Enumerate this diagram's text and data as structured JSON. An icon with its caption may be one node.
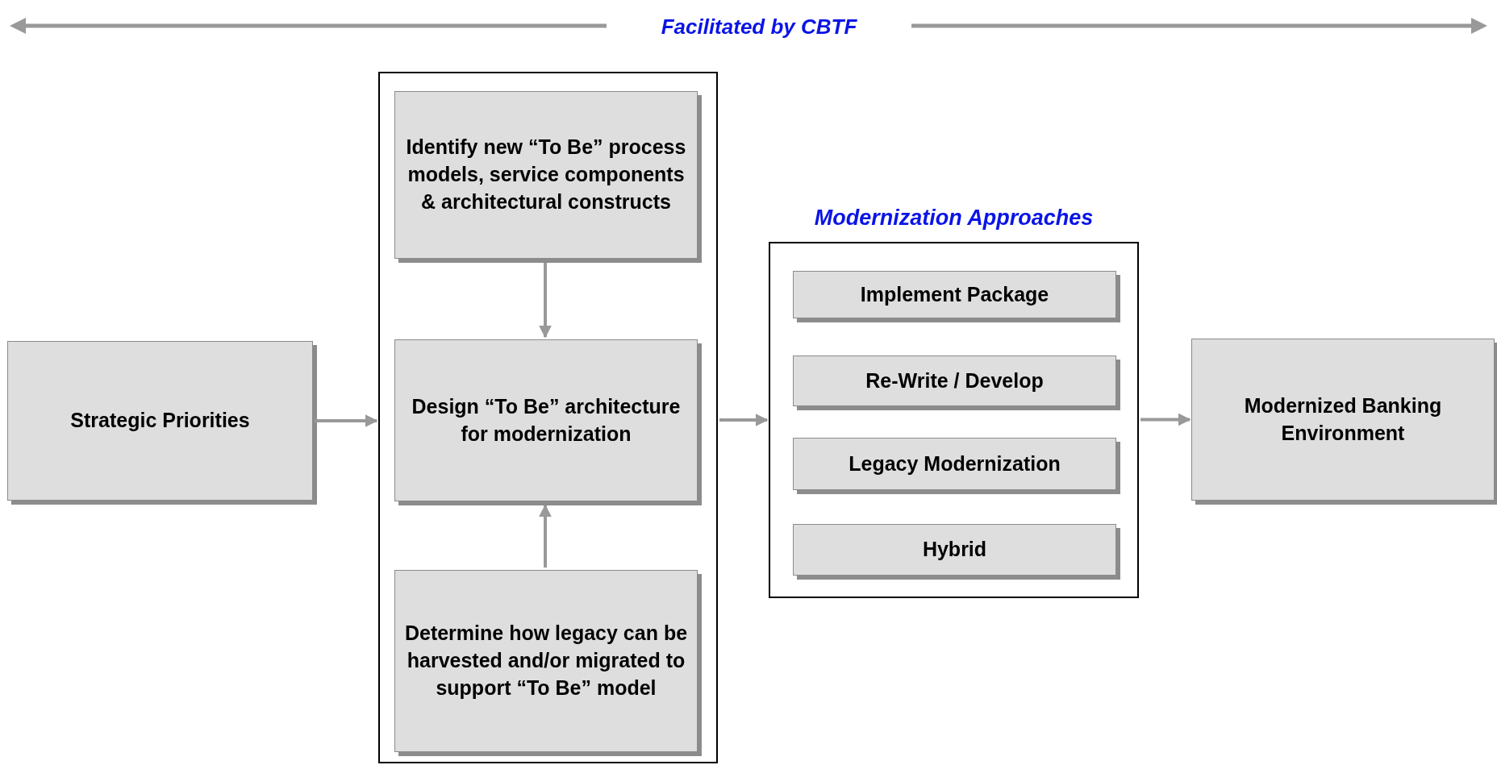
{
  "diagram": {
    "nodes": [
      {
        "text": [
          "Strategic Priorities"
        ]
      },
      {
        "text": [],
        "shape": "box"
      },
      {
        "text": [
          "Identify new “To Be” process models, service components & architectural constructs"
        ],
        "in": 1
      },
      {
        "text": [
          "Design “To Be” architecture for modernization"
        ],
        "in": 1
      },
      {
        "text": [
          "Determine how legacy can be harvested and/or migrated to support “To Be” model"
        ],
        "in": 1
      },
      {
        "text": [
          "Modernization Approaches"
        ]
      },
      {
        "text": [
          "Implement Package"
        ],
        "in": 5
      },
      {
        "text": [
          "Re-Write / Develop"
        ],
        "in": 5
      },
      {
        "text": [
          "Legacy Modernization"
        ],
        "in": 5
      },
      {
        "text": [
          "Hybrid"
        ],
        "in": 5
      },
      {
        "text": [
          "Modernized Banking Environment"
        ]
      }
    ],
    "edges": [
      {
        "from": 0,
        "to": 1,
        "arrow": "to"
      },
      {
        "from": 2,
        "to": 3,
        "arrow": "to"
      },
      {
        "from": 4,
        "to": 3,
        "arrow": "to"
      },
      {
        "from": 1,
        "to": 5,
        "arrow": "to"
      },
      {
        "from": 5,
        "to": 10,
        "arrow": "to"
      }
    ],
    "labels": [
      "Facilitated by CBTF"
    ]
  }
}
